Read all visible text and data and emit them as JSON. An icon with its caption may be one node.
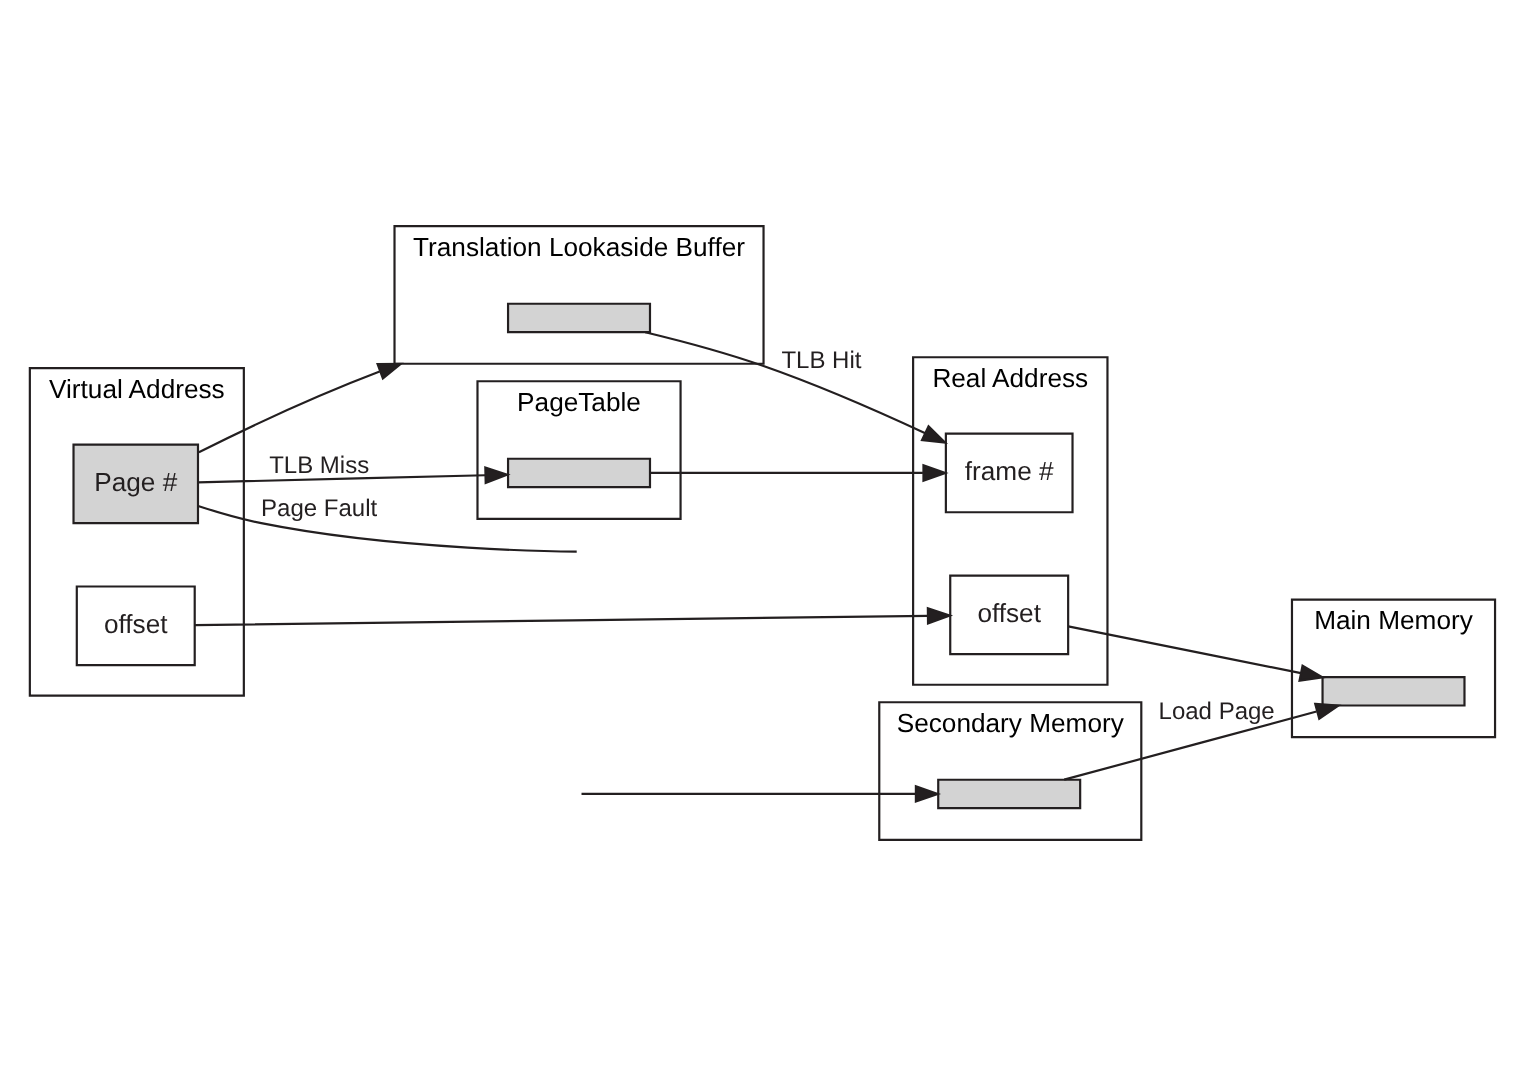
{
  "diagram": {
    "nodes": [
      {
        "text": [
          "Virtual Address"
        ]
      },
      {
        "text": [
          "Page #"
        ],
        "in": 0
      },
      {
        "text": [
          "offset"
        ],
        "in": 0
      },
      {
        "text": [
          "Translation Lookaside Buffer"
        ]
      },
      {
        "text": [],
        "shape": "bar",
        "in": 3
      },
      {
        "text": [
          "PageTable"
        ]
      },
      {
        "text": [],
        "shape": "bar",
        "in": 5
      },
      {
        "text": [
          "Real Address"
        ]
      },
      {
        "text": [
          "frame #"
        ],
        "in": 7
      },
      {
        "text": [
          "offset"
        ],
        "in": 7
      },
      {
        "text": [
          "Main Memory"
        ]
      },
      {
        "text": [],
        "shape": "bar",
        "in": 10
      },
      {
        "text": [
          "Secondary Memory"
        ]
      },
      {
        "text": [],
        "shape": "bar",
        "in": 12
      }
    ],
    "edges": [
      {
        "from": 1,
        "to": 3,
        "arrow": "to"
      },
      {
        "from": 1,
        "to": 6,
        "label": "TLB Miss",
        "arrow": "to"
      },
      {
        "from": 1,
        "to": null,
        "label": "Page Fault",
        "arrow": "none"
      },
      {
        "from": 2,
        "to": 9,
        "arrow": "to"
      },
      {
        "from": 4,
        "to": 8,
        "label": "TLB Hit",
        "arrow": "to"
      },
      {
        "from": 6,
        "to": 8,
        "arrow": "to"
      },
      {
        "from": 9,
        "to": 11,
        "arrow": "to"
      },
      {
        "from": 13,
        "to": 11,
        "label": "Load Page",
        "arrow": "to"
      },
      {
        "from": null,
        "to": 13,
        "arrow": "to"
      }
    ]
  }
}
